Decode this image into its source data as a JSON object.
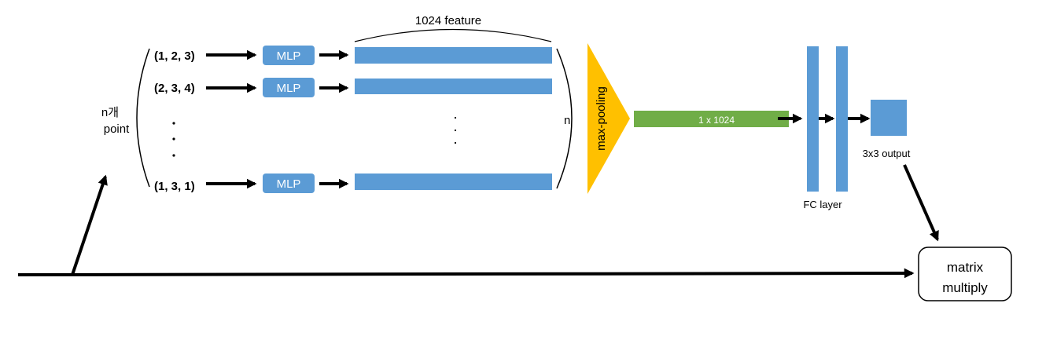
{
  "diagram": {
    "input_label_line1": "n개",
    "input_label_line2": "point",
    "points": [
      "(1, 2, 3)",
      "(2, 3, 4)",
      "(1, 3, 1)"
    ],
    "mlp_label": "MLP",
    "feature_label": "1024 feature",
    "n_label": "n",
    "pool_label": "max-pooling",
    "global_feature_label": "1 x 1024",
    "fc_label": "FC layer",
    "output_label": "3x3 output",
    "multiply_line1": "matrix",
    "multiply_line2": "multiply"
  },
  "colors": {
    "blue": "#5b9bd5",
    "green": "#70ad47",
    "orange": "#ffc000",
    "black": "#000000"
  }
}
